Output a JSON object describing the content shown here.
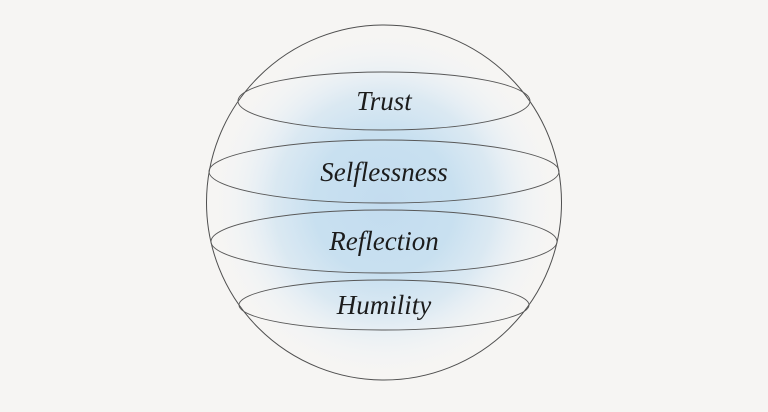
{
  "page": {
    "background_color": "#f6f5f3"
  },
  "diagram": {
    "title": "layered-sphere-of-values",
    "type": "concept-diagram",
    "accent_color": "#c3dcef",
    "outline_color": "#4f4f4f",
    "band_line_color": "#585858",
    "text_color": "#1c1c1c",
    "layers": [
      {
        "label": "Trust"
      },
      {
        "label": "Selflessness"
      },
      {
        "label": "Reflection"
      },
      {
        "label": "Humility"
      }
    ]
  }
}
